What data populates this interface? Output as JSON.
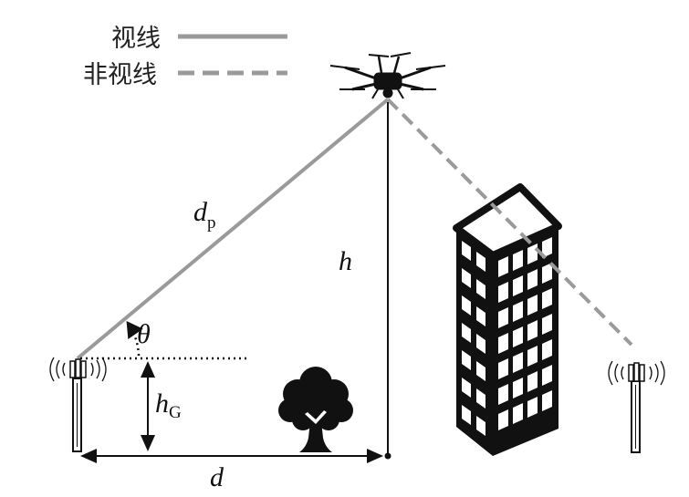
{
  "legend": {
    "los_label": "视线",
    "nlos_label": "非视线",
    "los_color": "#9a9a9a",
    "nlos_color": "#9a9a9a"
  },
  "labels": {
    "dp": "d",
    "dp_sub": "p",
    "theta": "θ",
    "h": "h",
    "hG": "h",
    "hG_sub": "G",
    "d": "d"
  },
  "icons": {
    "drone": "drone-icon",
    "tower_left": "cell-tower-icon",
    "tower_right": "cell-tower-icon",
    "tree": "tree-icon",
    "building": "building-icon"
  }
}
